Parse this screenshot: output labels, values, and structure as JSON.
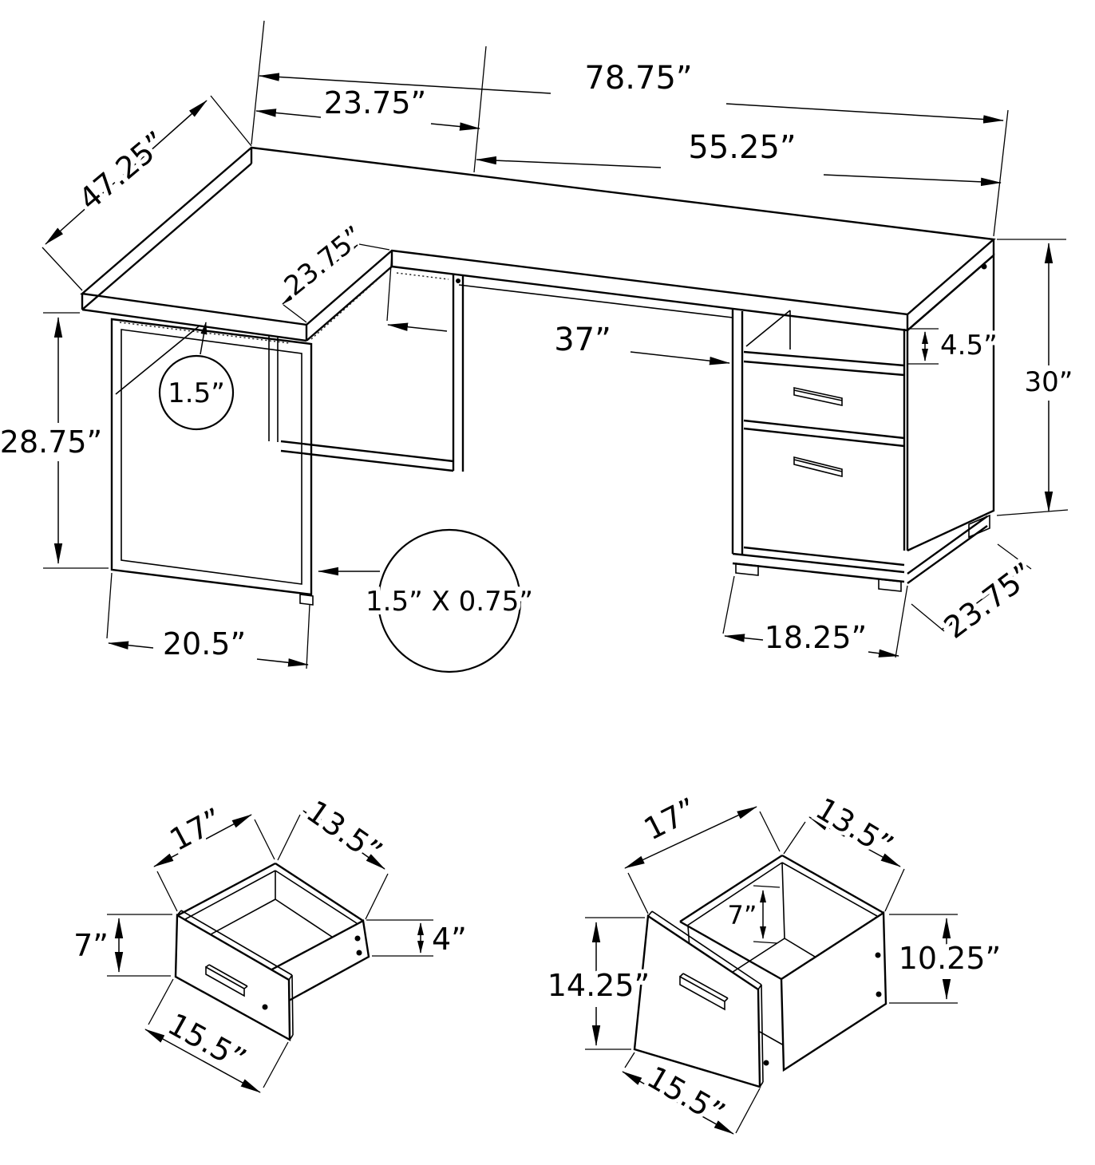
{
  "diagram": {
    "kind": "furniture-dimension-drawing",
    "units": "inches",
    "line_color": "#000000",
    "background_color": "#ffffff",
    "desk": {
      "overall_width": "78.75”",
      "left_section_width": "23.75”",
      "right_section_width": "55.25”",
      "return_depth": "47.25”",
      "return_inner_depth": "23.75”",
      "knee_clearance": "37”",
      "shelf_opening_height": "4.5”",
      "overall_height": "30”",
      "leg_frame_height": "28.75”",
      "leg_frame_width": "20.5”",
      "top_thickness_callout": "1.5”",
      "tube_size_callout": "1.5” X 0.75”",
      "cabinet_width": "18.25”",
      "cabinet_depth": "23.75”"
    },
    "small_drawer": {
      "back_width": "17”",
      "side_depth": "13.5”",
      "front_height": "7”",
      "side_height": "4”",
      "front_width": "15.5”"
    },
    "file_drawer": {
      "back_width": "17”",
      "side_depth": "13.5”",
      "interior_depth": "7”",
      "front_height": "14.25”",
      "side_height": "10.25”",
      "front_width": "15.5”"
    }
  }
}
